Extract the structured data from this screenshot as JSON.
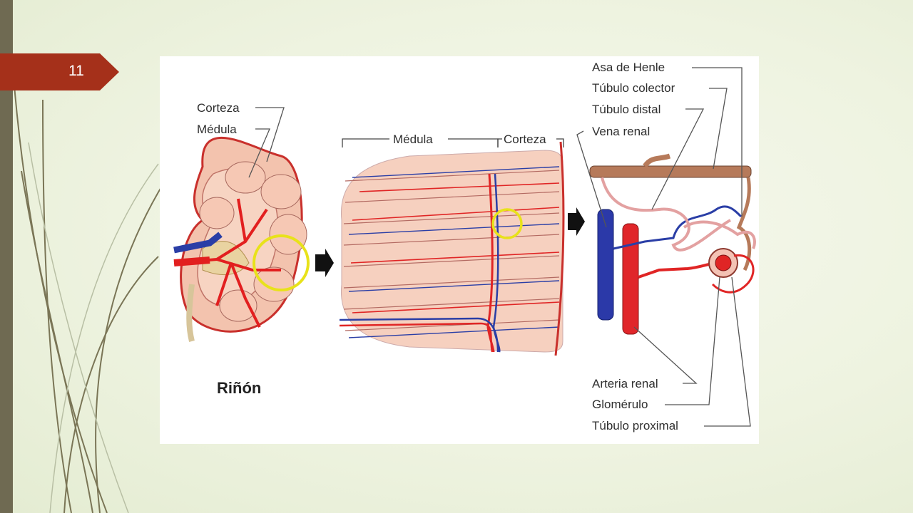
{
  "slide": {
    "number": "11"
  },
  "theme": {
    "accent": "#a5301a",
    "bar": "#6f6a52",
    "artery": "#e02525",
    "vein": "#2a3ea6",
    "tissue": "#f4c8b4"
  },
  "kidney": {
    "title": "Riñón",
    "label_cortex": "Corteza",
    "label_medulla": "Médula"
  },
  "section": {
    "label_medulla": "Médula",
    "label_cortex": "Corteza"
  },
  "nephron": {
    "labels": [
      "Asa de Henle",
      "Túbulo colector",
      "Túbulo distal",
      "Vena renal",
      "Arteria renal",
      "Glomérulo",
      "Túbulo proximal"
    ]
  }
}
